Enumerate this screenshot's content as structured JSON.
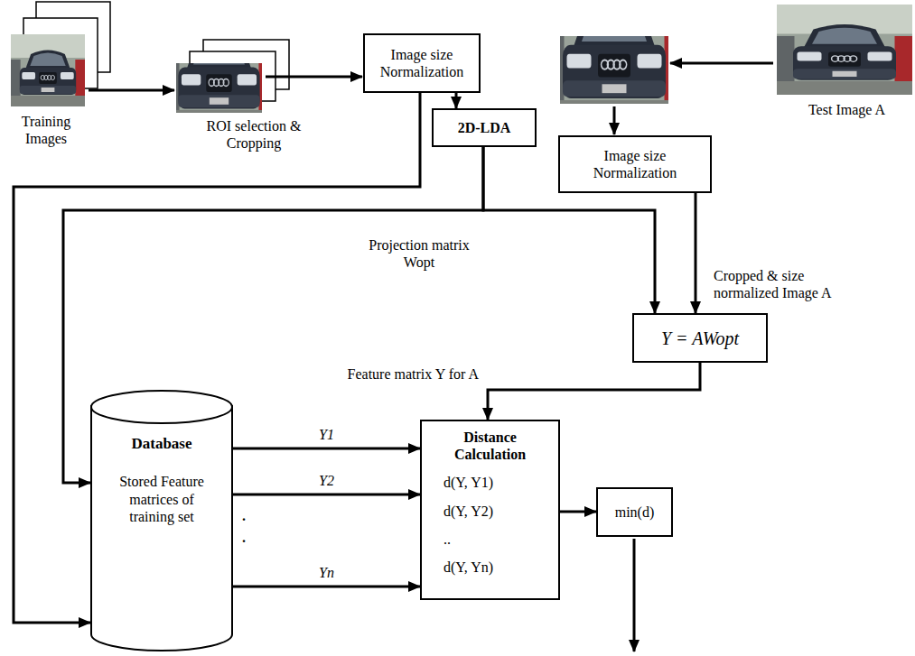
{
  "diagram": {
    "nodes": [
      {
        "text": [
          "Image size Normalization"
        ]
      },
      {
        "text": [
          "2D-LDA"
        ]
      },
      {
        "text": [
          "Image size Normalization"
        ]
      },
      {
        "text": [
          "Y = AWopt"
        ]
      },
      {
        "text": [
          "Database",
          "Stored Feature matrices of training set"
        ]
      },
      {
        "text": [
          "Distance Calculation",
          "d(Y, Y1)",
          "d(Y, Y2)",
          "..",
          "d(Y, Yn)"
        ]
      },
      {
        "text": [
          "min(d)"
        ]
      }
    ],
    "edges": [
      {
        "from": 0,
        "to": 1,
        "arrow": "to"
      },
      {
        "from": 0,
        "to": 4,
        "arrow": "to"
      },
      {
        "from": 1,
        "to": 4,
        "arrow": "to"
      },
      {
        "from": 1,
        "to": 3,
        "arrow": "to"
      },
      {
        "from": 2,
        "to": 3,
        "arrow": "to"
      },
      {
        "from": 3,
        "to": 5,
        "arrow": "to"
      },
      {
        "from": 4,
        "to": 5,
        "arrow": "to",
        "label": "Y1"
      },
      {
        "from": 4,
        "to": 5,
        "arrow": "to",
        "label": "Y2"
      },
      {
        "from": 4,
        "to": 5,
        "arrow": "to",
        "label": "Yn"
      },
      {
        "from": 5,
        "to": 6,
        "arrow": "to"
      }
    ],
    "labels": [
      "Training Images",
      "ROI selection & Cropping",
      "Test Image A",
      "Projection matrix Wopt",
      "Cropped & size normalized Image A",
      "Feature matrix Y for A",
      ".",
      "."
    ]
  }
}
